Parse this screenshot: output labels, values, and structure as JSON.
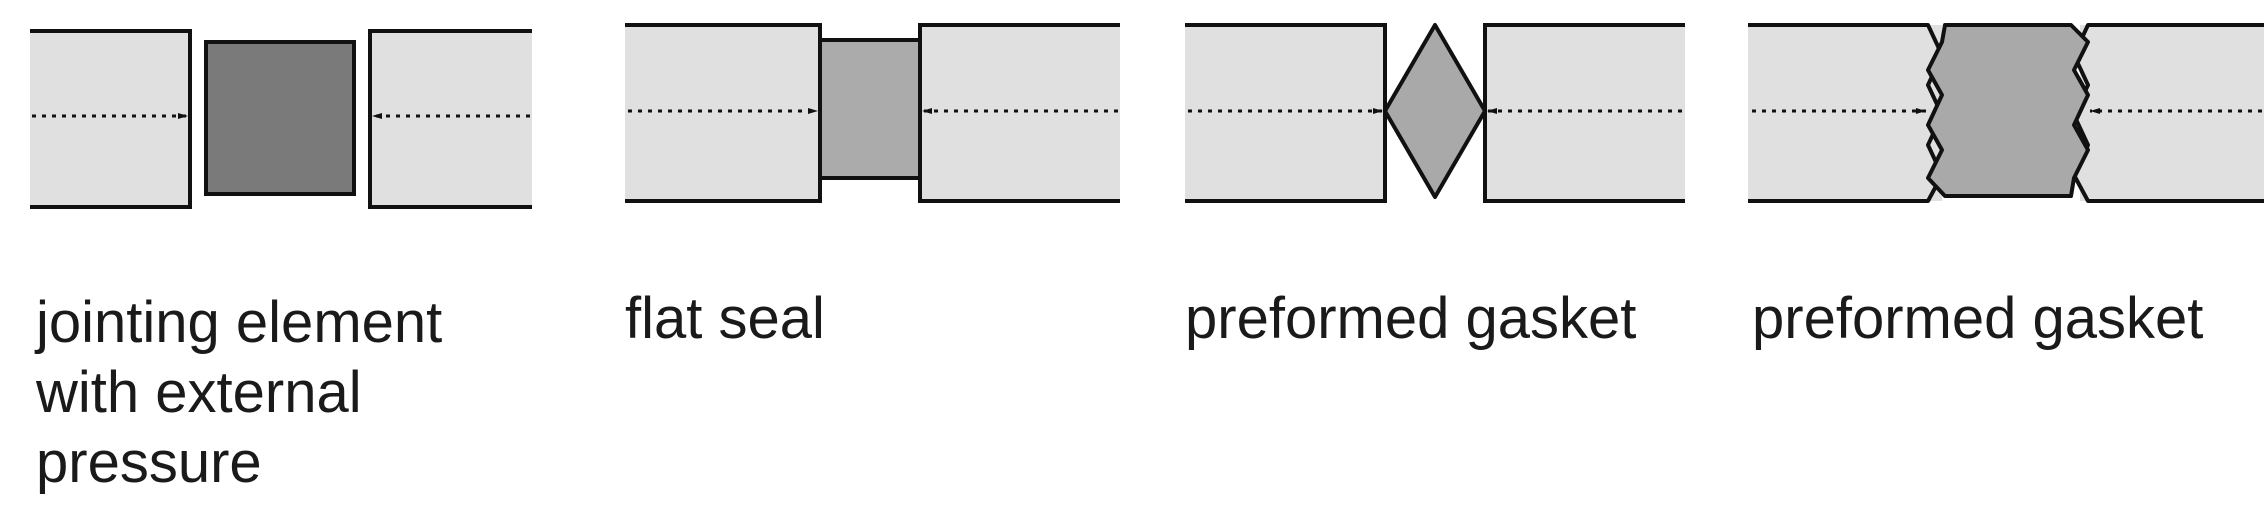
{
  "colors": {
    "block_fill": "#e0e0e0",
    "stroke": "#111111",
    "element_dark": "#7a7a7a",
    "element_mid": "#ababab",
    "element_light": "#a9a9a9"
  },
  "panels": [
    {
      "element_type": "square-insert",
      "caption_lines": [
        "jointing element",
        "with external",
        "pressure"
      ]
    },
    {
      "element_type": "flat-seal",
      "caption_lines": [
        "flat seal"
      ]
    },
    {
      "element_type": "diamond-gasket",
      "caption_lines": [
        "preformed gasket"
      ]
    },
    {
      "element_type": "serrated-gasket",
      "caption_lines": [
        "preformed gasket"
      ]
    }
  ]
}
